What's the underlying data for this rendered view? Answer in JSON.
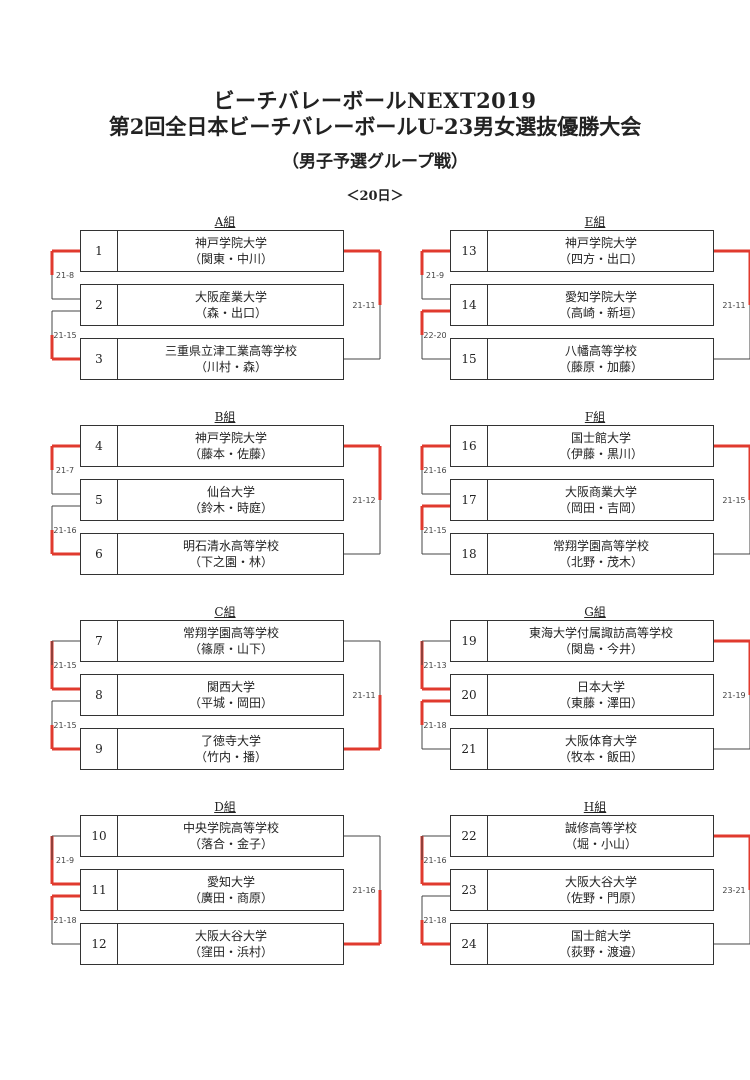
{
  "header": {
    "title1": "ビーチバレーボールNEXT2019",
    "title2": "第2回全日本ビーチバレーボールU-23男女選抜優勝大会",
    "subtitle": "（男子予選グループ戦）",
    "day": "＜20日＞"
  },
  "colors": {
    "winner_line": "#e03a2e",
    "line": "#444444"
  },
  "groups": [
    {
      "id": "A",
      "label": "A組",
      "teams": [
        {
          "num": "1",
          "name": "神戸学院大学",
          "players": "（関東・中川）"
        },
        {
          "num": "2",
          "name": "大阪産業大学",
          "players": "（森・出口）"
        },
        {
          "num": "3",
          "name": "三重県立津工業高等学校",
          "players": "（川村・森）"
        }
      ],
      "score12": "21-8",
      "score23": "21-15",
      "score13": "21-11",
      "red12": "top",
      "red23": "bottom",
      "red13": "top"
    },
    {
      "id": "E",
      "label": "E組",
      "teams": [
        {
          "num": "13",
          "name": "神戸学院大学",
          "players": "（四方・出口）"
        },
        {
          "num": "14",
          "name": "愛知学院大学",
          "players": "（高崎・新垣）"
        },
        {
          "num": "15",
          "name": "八幡高等学校",
          "players": "（藤原・加藤）"
        }
      ],
      "score12": "21-9",
      "score23": "22-20",
      "score13": "21-11",
      "red12": "top",
      "red23": "top",
      "red13": "top"
    },
    {
      "id": "B",
      "label": "B組",
      "teams": [
        {
          "num": "4",
          "name": "神戸学院大学",
          "players": "（藤本・佐藤）"
        },
        {
          "num": "5",
          "name": "仙台大学",
          "players": "（鈴木・時庭）"
        },
        {
          "num": "6",
          "name": "明石清水高等学校",
          "players": "（下之園・林）"
        }
      ],
      "score12": "21-7",
      "score23": "21-16",
      "score13": "21-12",
      "red12": "top",
      "red23": "bottom",
      "red13": "top"
    },
    {
      "id": "F",
      "label": "F組",
      "teams": [
        {
          "num": "16",
          "name": "国士館大学",
          "players": "（伊藤・黒川）"
        },
        {
          "num": "17",
          "name": "大阪商業大学",
          "players": "（岡田・吉岡）"
        },
        {
          "num": "18",
          "name": "常翔学園高等学校",
          "players": "（北野・茂木）"
        }
      ],
      "score12": "21-16",
      "score23": "21-15",
      "score13": "21-15",
      "red12": "top",
      "red23": "top",
      "red13": "top"
    },
    {
      "id": "C",
      "label": "C組",
      "teams": [
        {
          "num": "7",
          "name": "常翔学園高等学校",
          "players": "（篠原・山下）"
        },
        {
          "num": "8",
          "name": "関西大学",
          "players": "（平城・岡田）"
        },
        {
          "num": "9",
          "name": "了徳寺大学",
          "players": "（竹内・播）"
        }
      ],
      "score12": "21-15",
      "score23": "21-15",
      "score13": "21-11",
      "red12": "bottom",
      "red23": "bottom",
      "red13": "bottom"
    },
    {
      "id": "G",
      "label": "G組",
      "teams": [
        {
          "num": "19",
          "name": "東海大学付属諏訪高等学校",
          "players": "（関島・今井）"
        },
        {
          "num": "20",
          "name": "日本大学",
          "players": "（東藤・澤田）"
        },
        {
          "num": "21",
          "name": "大阪体育大学",
          "players": "（牧本・飯田）"
        }
      ],
      "score12": "21-13",
      "score23": "21-18",
      "score13": "21-19",
      "red12": "bottom",
      "red23": "top",
      "red13": "top"
    },
    {
      "id": "D",
      "label": "D組",
      "teams": [
        {
          "num": "10",
          "name": "中央学院高等学校",
          "players": "（落合・金子）"
        },
        {
          "num": "11",
          "name": "愛知大学",
          "players": "（廣田・商原）"
        },
        {
          "num": "12",
          "name": "大阪大谷大学",
          "players": "（窪田・浜村）"
        }
      ],
      "score12": "21-9",
      "score23": "21-18",
      "score13": "21-16",
      "red12": "bottom",
      "red23": "top",
      "red13": "bottom"
    },
    {
      "id": "H",
      "label": "H組",
      "teams": [
        {
          "num": "22",
          "name": "誠修高等学校",
          "players": "（堀・小山）"
        },
        {
          "num": "23",
          "name": "大阪大谷大学",
          "players": "（佐野・門原）"
        },
        {
          "num": "24",
          "name": "国士館大学",
          "players": "（荻野・渡邉）"
        }
      ],
      "score12": "21-16",
      "score23": "21-18",
      "score13": "23-21",
      "red12": "bottom",
      "red23": "bottom",
      "red13": "top"
    }
  ]
}
